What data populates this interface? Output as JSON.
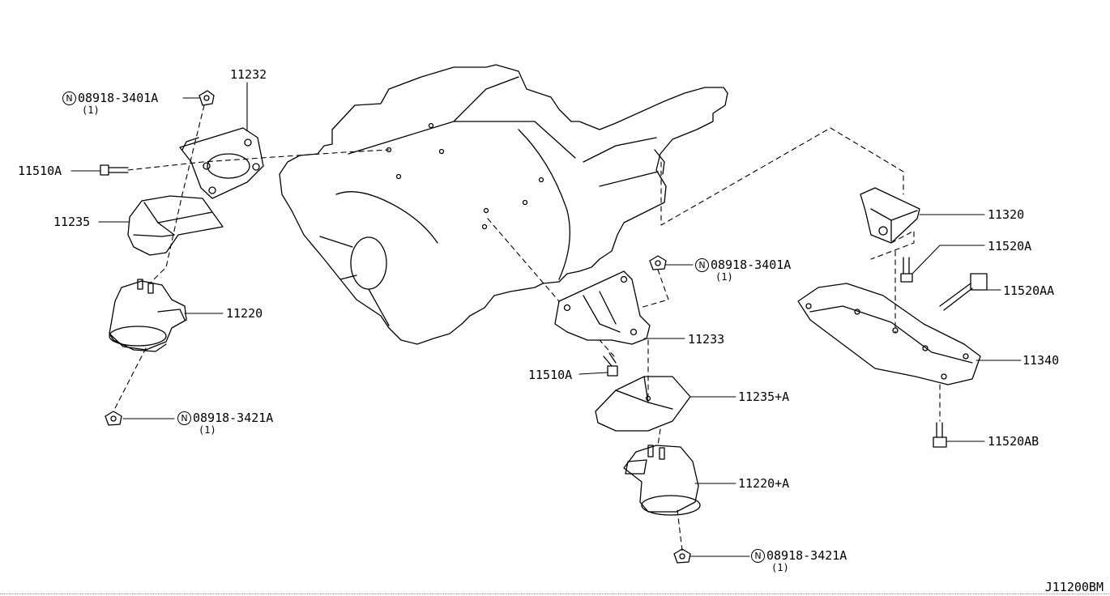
{
  "part_labels": {
    "p11232": "11232",
    "p11510a_left": "11510A",
    "p11235": "11235",
    "p11220": "11220",
    "p11233": "11233",
    "p11510a_mid": "11510A",
    "p11235a": "11235+A",
    "p11220a": "11220+A",
    "p11320": "11320",
    "p11520a": "11520A",
    "p11520aa": "11520AA",
    "p11340": "11340",
    "p11520ab": "11520AB"
  },
  "nut_labels": {
    "top_left": {
      "mark": "N",
      "code": "08918-3401A",
      "qty": "(1)"
    },
    "bottom_left": {
      "mark": "N",
      "code": "08918-3421A",
      "qty": "(1)"
    },
    "mid": {
      "mark": "N",
      "code": "08918-3401A",
      "qty": "(1)"
    },
    "bottom_mid": {
      "mark": "N",
      "code": "08918-3421A",
      "qty": "(1)"
    }
  },
  "diagram_ref": "J11200BM"
}
